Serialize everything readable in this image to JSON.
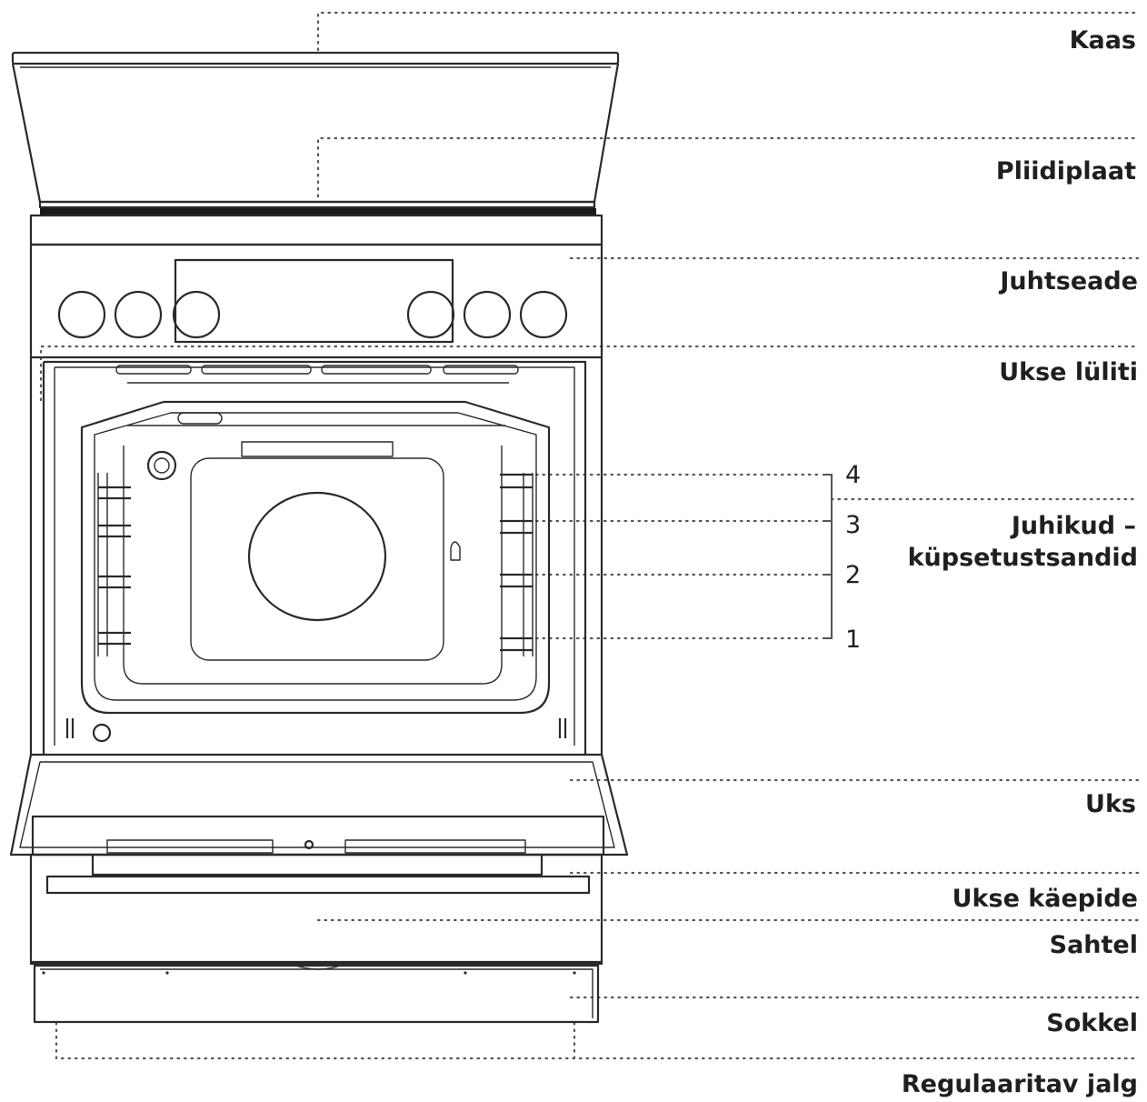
{
  "labels": {
    "kaas": "Kaas",
    "pliidiplaat": "Pliidiplaat",
    "juhtseade": "Juhtseade",
    "ukse_luliti": "Ukse lüliti",
    "juhikud_line1": "Juhikud –",
    "juhikud_line2": "küpsetustsandid",
    "uks": "Uks",
    "ukse_kaepide": "Ukse käepide",
    "sahtel": "Sahtel",
    "sokkel": "Sokkel",
    "regulaaritav_jalg": "Regulaaritav jalg"
  },
  "shelf_levels": [
    "4",
    "3",
    "2",
    "1"
  ]
}
